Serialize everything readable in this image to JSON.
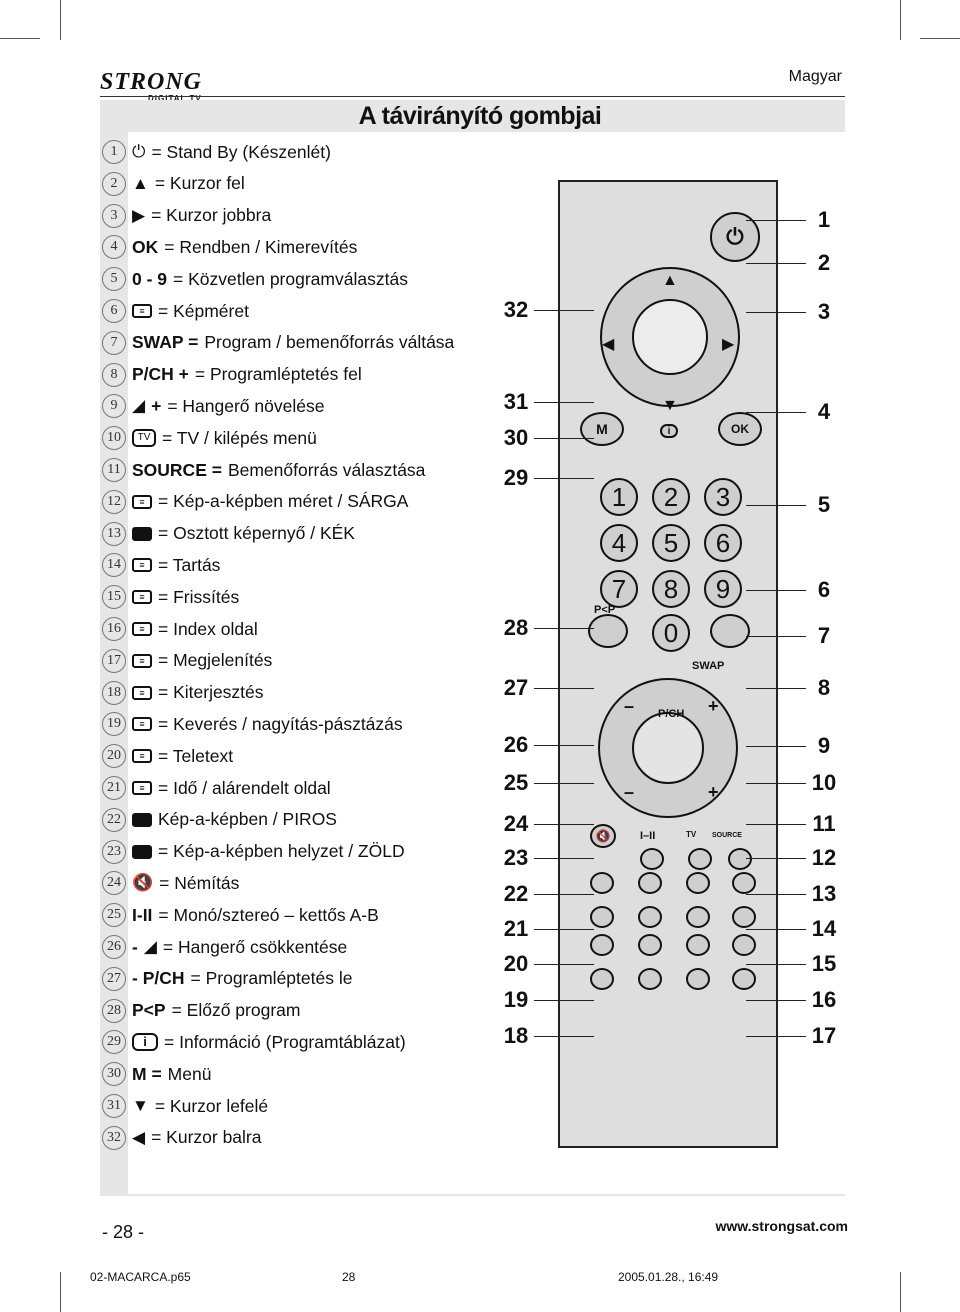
{
  "header": {
    "brand": "STRONG",
    "brand_sub": "DIGITAL TV",
    "language": "Magyar",
    "title": "A távirányító gombjai"
  },
  "items": [
    {
      "n": "1",
      "icon": "power-icon",
      "text": "= Stand By (Készenlét)"
    },
    {
      "n": "2",
      "icon": "up-triangle-icon",
      "text": "= Kurzor fel"
    },
    {
      "n": "3",
      "icon": "right-triangle-icon",
      "text": "= Kurzor jobbra"
    },
    {
      "n": "4",
      "key": "OK",
      "text": "= Rendben / Kimerevítés"
    },
    {
      "n": "5",
      "key": "0 - 9",
      "text": "= Közvetlen programválasztás"
    },
    {
      "n": "6",
      "icon": "picture-size-icon",
      "text": "= Képméret"
    },
    {
      "n": "7",
      "key": "SWAP =",
      "text": "Program / bemenőforrás váltása"
    },
    {
      "n": "8",
      "key": "P/CH +",
      "text": "= Programléptetés fel"
    },
    {
      "n": "9",
      "icon": "volume-ramp-icon",
      "key": "+",
      "text": "= Hangerő növelése"
    },
    {
      "n": "10",
      "icon": "tv-icon",
      "icon_text": "TV",
      "text": "= TV / kilépés menü"
    },
    {
      "n": "11",
      "key": "SOURCE =",
      "text": "Bemenőforrás választása"
    },
    {
      "n": "12",
      "icon": "pip-size-icon",
      "text": "= Kép-a-képben méret / SÁRGA"
    },
    {
      "n": "13",
      "icon": "split-screen-icon",
      "text": "= Osztott képernyő / KÉK"
    },
    {
      "n": "14",
      "icon": "teletext-hold-icon",
      "text": "= Tartás"
    },
    {
      "n": "15",
      "icon": "teletext-cancel-icon",
      "text": "= Frissítés"
    },
    {
      "n": "16",
      "icon": "teletext-index-icon",
      "text": "= Index oldal"
    },
    {
      "n": "17",
      "icon": "teletext-reveal-icon",
      "text": "= Megjelenítés"
    },
    {
      "n": "18",
      "icon": "teletext-expand-icon",
      "text": "= Kiterjesztés"
    },
    {
      "n": "19",
      "icon": "teletext-mix-icon",
      "text": "= Keverés / nagyítás-pásztázás"
    },
    {
      "n": "20",
      "icon": "teletext-icon",
      "text": "= Teletext"
    },
    {
      "n": "21",
      "icon": "teletext-time-icon",
      "text": "= Idő / alárendelt oldal"
    },
    {
      "n": "22",
      "icon": "pip-icon",
      "text": "Kép-a-képben / PIROS"
    },
    {
      "n": "23",
      "icon": "pip-position-icon",
      "text": "= Kép-a-képben helyzet / ZÖLD"
    },
    {
      "n": "24",
      "icon": "mute-icon",
      "text": "= Némítás"
    },
    {
      "n": "25",
      "key": "I-II",
      "text": "= Monó/sztereó – kettős A-B"
    },
    {
      "n": "26",
      "key": "-",
      "icon": "volume-ramp-icon",
      "text": "= Hangerő csökkentése"
    },
    {
      "n": "27",
      "key": "- P/CH",
      "text": "= Programléptetés le"
    },
    {
      "n": "28",
      "key": "P<P",
      "text": "= Előző program"
    },
    {
      "n": "29",
      "icon": "info-icon",
      "text": "= Információ (Programtáblázat)"
    },
    {
      "n": "30",
      "key": "M =",
      "text": "Menü"
    },
    {
      "n": "31",
      "icon": "down-triangle-icon",
      "text": "= Kurzor lefelé"
    },
    {
      "n": "32",
      "icon": "left-triangle-icon",
      "text": "= Kurzor balra"
    }
  ],
  "remote": {
    "labels_left": [
      "32",
      "31",
      "30",
      "29",
      "28",
      "27",
      "26",
      "25",
      "24",
      "23",
      "22",
      "21",
      "20",
      "19",
      "18"
    ],
    "labels_right": [
      "1",
      "2",
      "3",
      "4",
      "5",
      "6",
      "7",
      "8",
      "9",
      "10",
      "11",
      "12",
      "13",
      "14",
      "15",
      "16",
      "17"
    ],
    "keys": {
      "m": "M",
      "i": "i",
      "ok": "OK",
      "digits": [
        "1",
        "2",
        "3",
        "4",
        "5",
        "6",
        "7",
        "8",
        "9",
        "0"
      ],
      "pp": "P<P",
      "swap": "SWAP",
      "pch": "P/CH",
      "minus": "–",
      "plus": "+",
      "i_ii": "I–II",
      "tv": "TV",
      "source": "SOURCE"
    }
  },
  "footer": {
    "page_number": "- 28 -",
    "website": "www.strongsat.com",
    "file": "02-MACARCA.p65",
    "page": "28",
    "date": "2005.01.28., 16:49"
  }
}
